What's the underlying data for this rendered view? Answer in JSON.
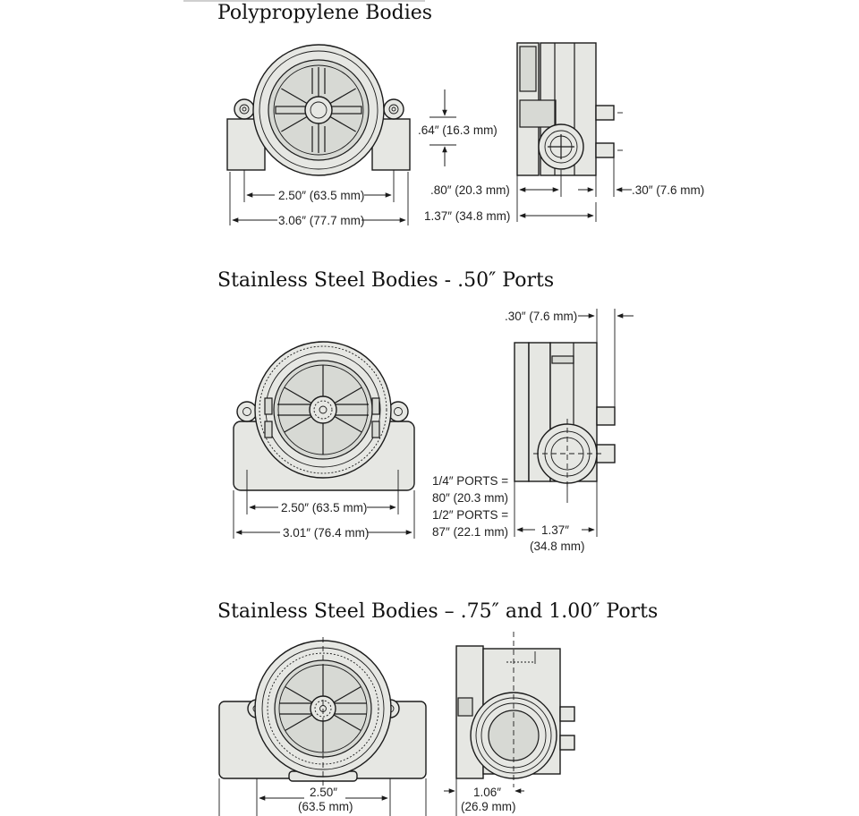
{
  "sections": [
    {
      "title": "Polypropylene Bodies",
      "dims": {
        "inner_width": "2.50″ (63.5 mm)",
        "overall_width": "3.06″ (77.7 mm)",
        "height_offset": ".64″ (16.3 mm)",
        "center_depth": ".80″ (20.3 mm)",
        "port_length": ".30″ (7.6 mm)",
        "overall_depth": "1.37″ (34.8 mm)"
      }
    },
    {
      "title": "Stainless Steel Bodies - .50″ Ports",
      "dims": {
        "port_length": ".30″ (7.6 mm)",
        "quarter_ports_label": "1/4″ PORTS =",
        "quarter_ports_value": "80″ (20.3 mm)",
        "half_ports_label": "1/2″ PORTS =",
        "half_ports_value": "87″ (22.1 mm)",
        "depth_inch": "1.37″",
        "depth_mm": "(34.8 mm)",
        "inner_width": "2.50″ (63.5 mm)",
        "overall_width": "3.01″ (76.4 mm)"
      }
    },
    {
      "title": "Stainless Steel Bodies – .75″ and 1.00″ Ports",
      "dims": {
        "inner_width_inch": "2.50″",
        "inner_width_mm": "(63.5 mm)",
        "depth_inch": "1.06″",
        "depth_mm": "(26.9 mm)"
      }
    }
  ]
}
